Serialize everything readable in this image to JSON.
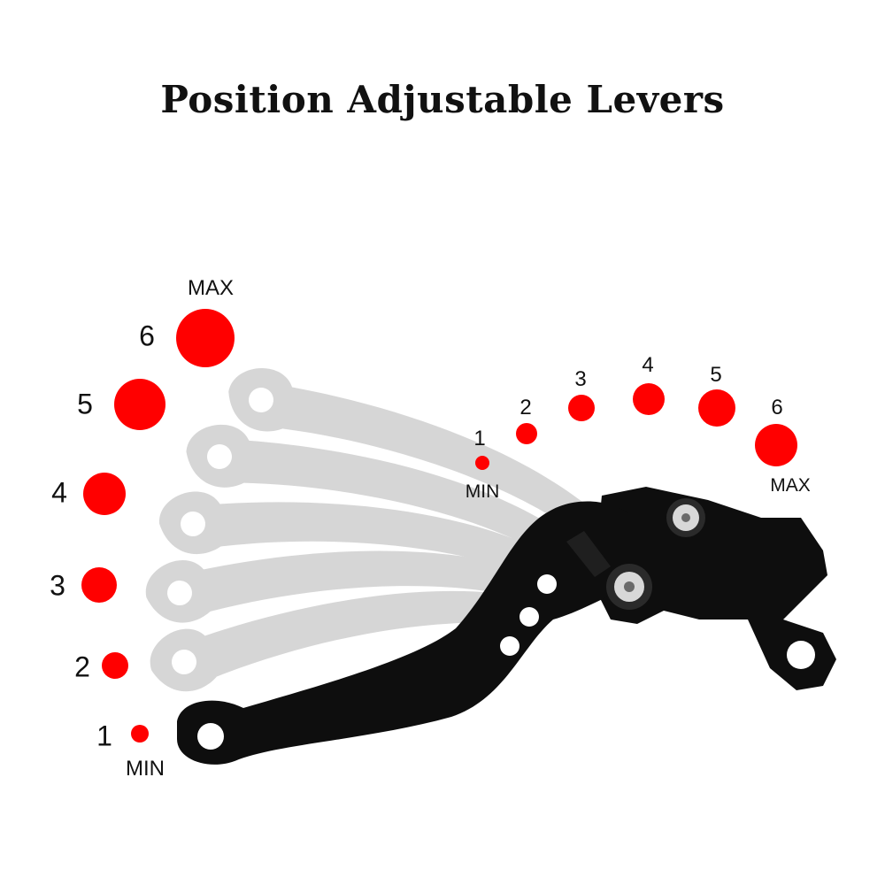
{
  "title": "Position Adjustable Levers",
  "left_scale": {
    "positions": [
      "1",
      "2",
      "3",
      "4",
      "5",
      "6"
    ],
    "min_label": "MIN",
    "max_label": "MAX"
  },
  "right_scale": {
    "positions": [
      "1",
      "2",
      "3",
      "4",
      "5",
      "6"
    ],
    "min_label": "MIN",
    "max_label": "MAX"
  },
  "colors": {
    "dot": "#ff0000",
    "lever": "#0e0e0e",
    "ghost_lever": "#b5b5b5"
  }
}
